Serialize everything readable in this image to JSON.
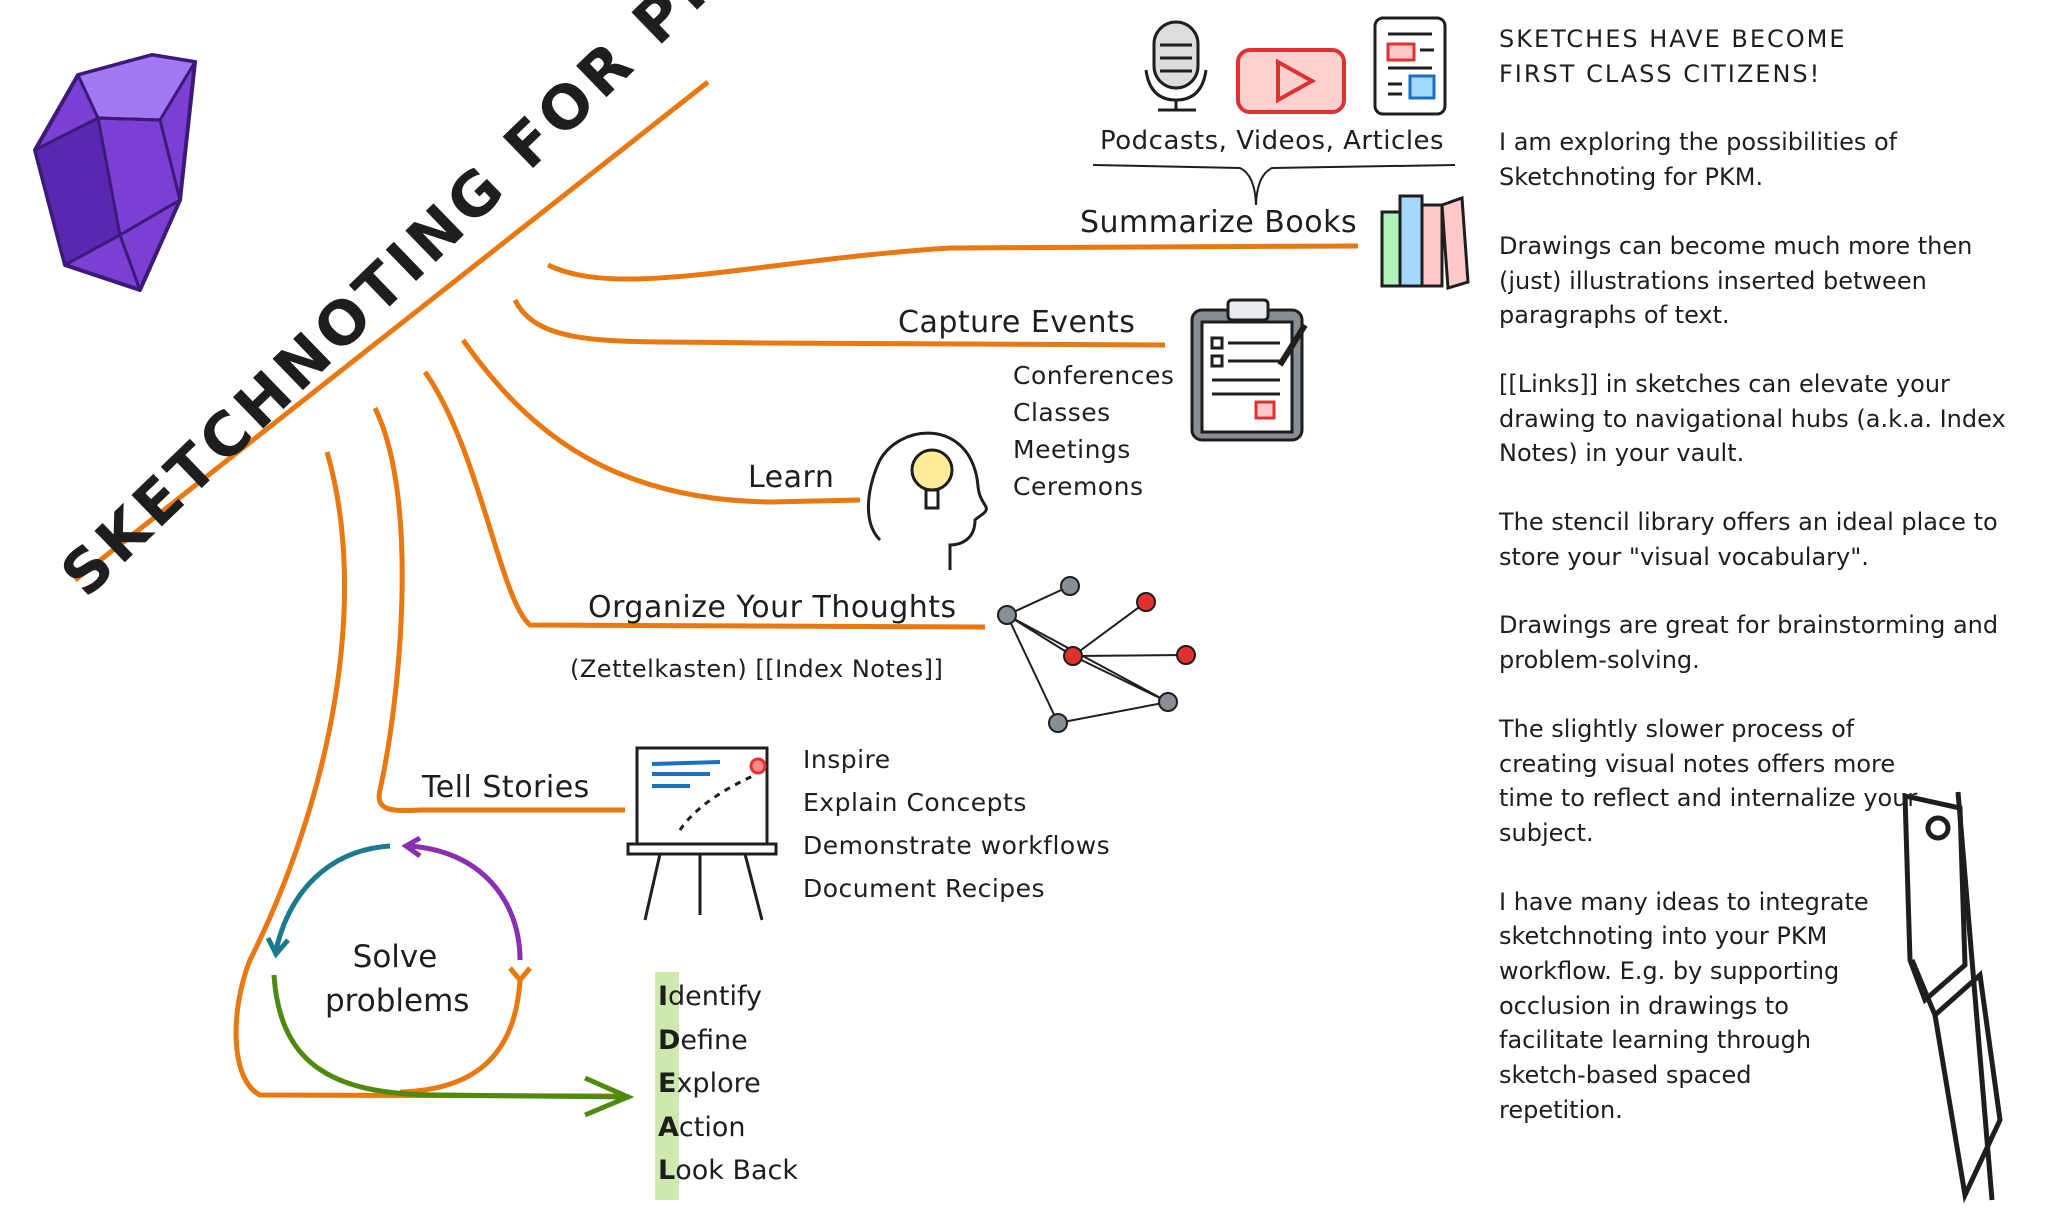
{
  "title": "SKETCHNOTING FOR PKM",
  "branches": {
    "summarize": "Summarize Books",
    "media": "Podcasts, Videos, Articles",
    "capture": "Capture Events",
    "capture_items": [
      "Conferences",
      "Classes",
      "Meetings",
      "Ceremons"
    ],
    "learn": "Learn",
    "organize": "Organize Your Thoughts",
    "organize_sub": "(Zettelkasten) [[Index Notes]]",
    "tell": "Tell Stories",
    "tell_items": [
      "Inspire",
      "Explain Concepts",
      "Demonstrate workflows",
      "Document Recipes"
    ],
    "solve_line1": "Solve",
    "solve_line2": "problems"
  },
  "ideal": [
    {
      "first": "I",
      "rest": "dentify"
    },
    {
      "first": "D",
      "rest": "efine"
    },
    {
      "first": "E",
      "rest": "xplore"
    },
    {
      "first": "A",
      "rest": "ction"
    },
    {
      "first": "L",
      "rest": "ook Back"
    }
  ],
  "sidebar": {
    "heading_line1": "SKETCHES HAVE BECOME",
    "heading_line2": "FIRST CLASS CITIZENS!",
    "paragraphs": [
      "I am exploring the possibilities of Sketchnoting for PKM.",
      "Drawings can become much more then (just) illustrations inserted between paragraphs of text.",
      "[[Links]] in sketches can elevate your drawing to navigational hubs (a.k.a. Index Notes) in your vault.",
      "The stencil library offers an ideal place to store your \"visual vocabulary\".",
      "Drawings are great for brainstorming and problem-solving.",
      "The slightly slower process of creating visual notes offers more time to reflect and internalize your subject.",
      "I have many ideas to integrate sketchnoting into your PKM workflow. E.g. by supporting occlusion in drawings to facilitate learning through sketch-based spaced repetition."
    ]
  },
  "colors": {
    "orange": "#e8780f",
    "purple": "#7b3fd4",
    "teal": "#1b7a8c",
    "violet": "#8a2fb0",
    "green": "#4f8a10",
    "red": "#e03131",
    "highlight": "#cfe8b0",
    "ink": "#1e1e1e"
  },
  "icons": [
    "obsidian-crystal-icon",
    "microphone-icon",
    "youtube-icon",
    "article-icon",
    "books-icon",
    "clipboard-icon",
    "head-lightbulb-icon",
    "network-graph-icon",
    "whiteboard-easel-icon",
    "pen-nib-icon"
  ]
}
